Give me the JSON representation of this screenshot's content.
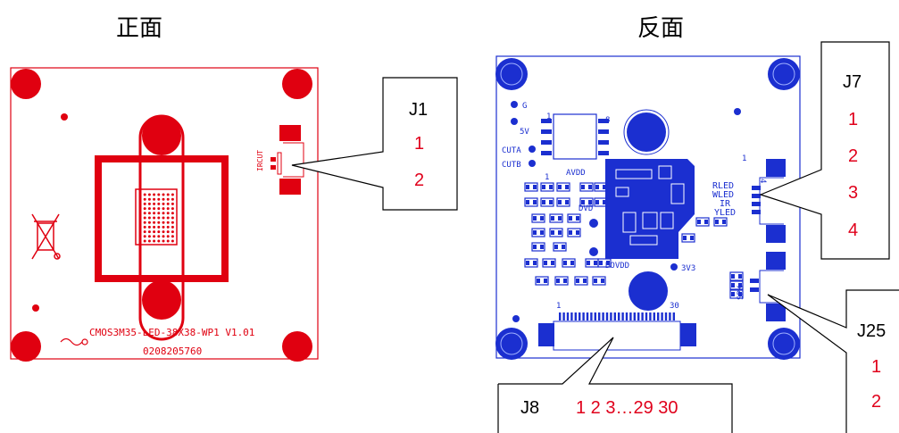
{
  "front": {
    "title": "正面",
    "board_name": "CMOS3M35-LED-38X38-WP1 V1.01",
    "part_number": "0208205760",
    "silk_ircut": "IRCUT",
    "color": "#e00010"
  },
  "back": {
    "title": "反面",
    "color": "#1b2fd0",
    "silk": {
      "g": "G",
      "v5": "5V",
      "cuta": "CUTA",
      "cutb": "CUTB",
      "avdd": "AVDD",
      "dvd": "DVD",
      "dovdd": "DOVDD",
      "v3": "3V3",
      "rled": "RLED",
      "wled": "WLED",
      "ir": "IR",
      "yled": "YLED",
      "spk": "SPK",
      "one_a": "1",
      "eight": "8",
      "one_b": "1",
      "one_fpc": "1",
      "thirty": "30",
      "four": "4",
      "one_j7": "1"
    }
  },
  "connectors": {
    "j1": {
      "label": "J1",
      "pins": [
        "1",
        "2"
      ]
    },
    "j7": {
      "label": "J7",
      "pins": [
        "1",
        "2",
        "3",
        "4"
      ]
    },
    "j25": {
      "label": "J25",
      "pins": [
        "1",
        "2"
      ]
    },
    "j8": {
      "label": "J8",
      "pins": "1 2 3…29 30"
    }
  },
  "pin_color": "#e0001b"
}
